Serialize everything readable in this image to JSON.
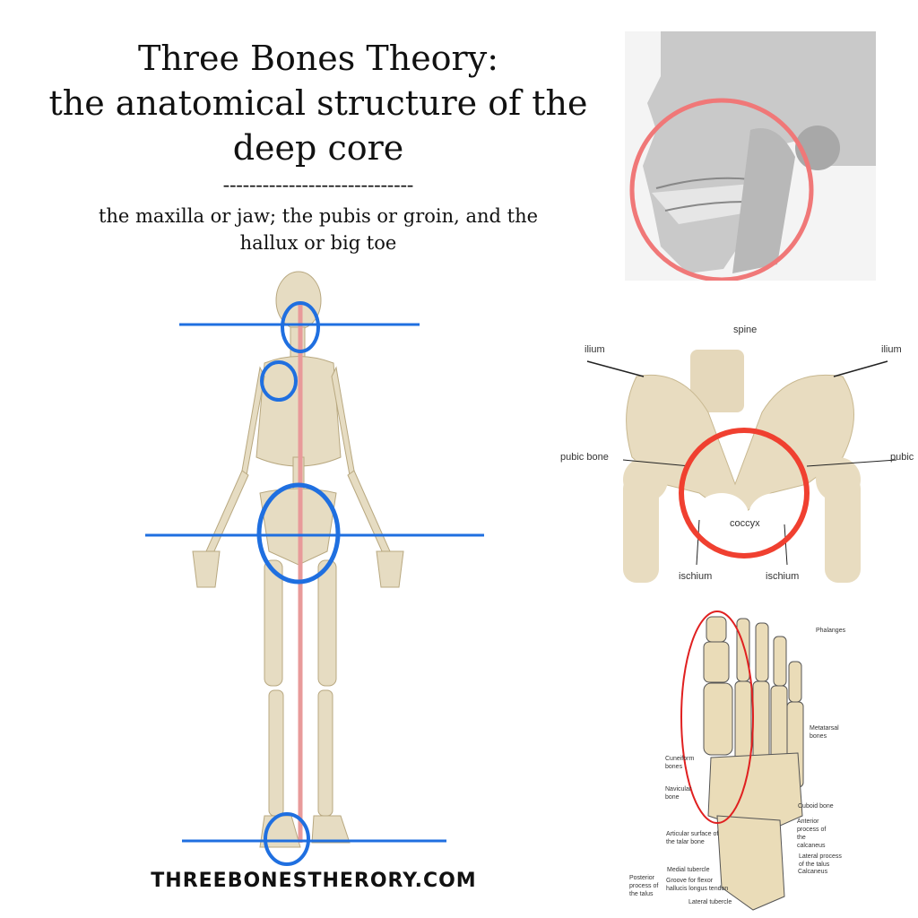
{
  "title": {
    "line1": "Three Bones Theory:",
    "line2": "the anatomical structure of the",
    "line3": "deep core"
  },
  "divider": "-----------------------------",
  "subtitle": {
    "line1": "the maxilla or jaw; the pubis or groin, and the",
    "line2": "hallux or big toe"
  },
  "footer": "THREEBONESTHERORY.COM",
  "pelvis_labels": {
    "spine": "spine",
    "ilium_left": "ilium",
    "ilium_right": "ilium",
    "pubic_left": "pubic bone",
    "pubic_right": "pubic",
    "coccyx": "coccyx",
    "ischium_left": "ischium",
    "ischium_right": "ischium"
  },
  "foot_labels": {
    "phalanges": "Phalanges",
    "metatarsal": "Metatarsal bones",
    "cuneiform": "Cuneiform bones",
    "navicular": "Navicular bone",
    "cuboid": "Cuboid bone",
    "anterior": "Anterior process of the calcaneus",
    "articular": "Articular surface of the talar bone",
    "lateral_process": "Lateral process of the talus",
    "calcaneus": "Calcaneus",
    "medial": "Medial tubercle",
    "groove": "Groove for flexor hallucis longus tendon",
    "posterior": "Posterior process of the talus",
    "lateral_tubercle": "Lateral tubercle"
  },
  "colors": {
    "blue": "#1f6fe0",
    "red": "#f04030",
    "pink": "#e89a9a",
    "bone": "#e8dcc0"
  }
}
